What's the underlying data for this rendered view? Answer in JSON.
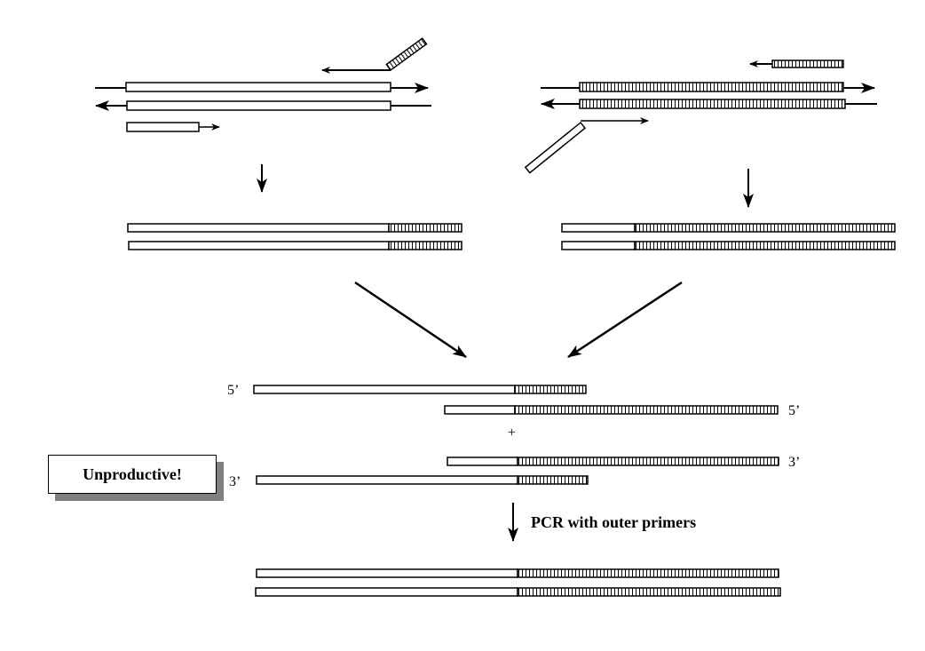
{
  "labels": {
    "five_prime": "5’",
    "three_prime": "3’",
    "plus": "+",
    "unproductive": "Unproductive!",
    "pcr_step": "PCR with outer primers"
  }
}
